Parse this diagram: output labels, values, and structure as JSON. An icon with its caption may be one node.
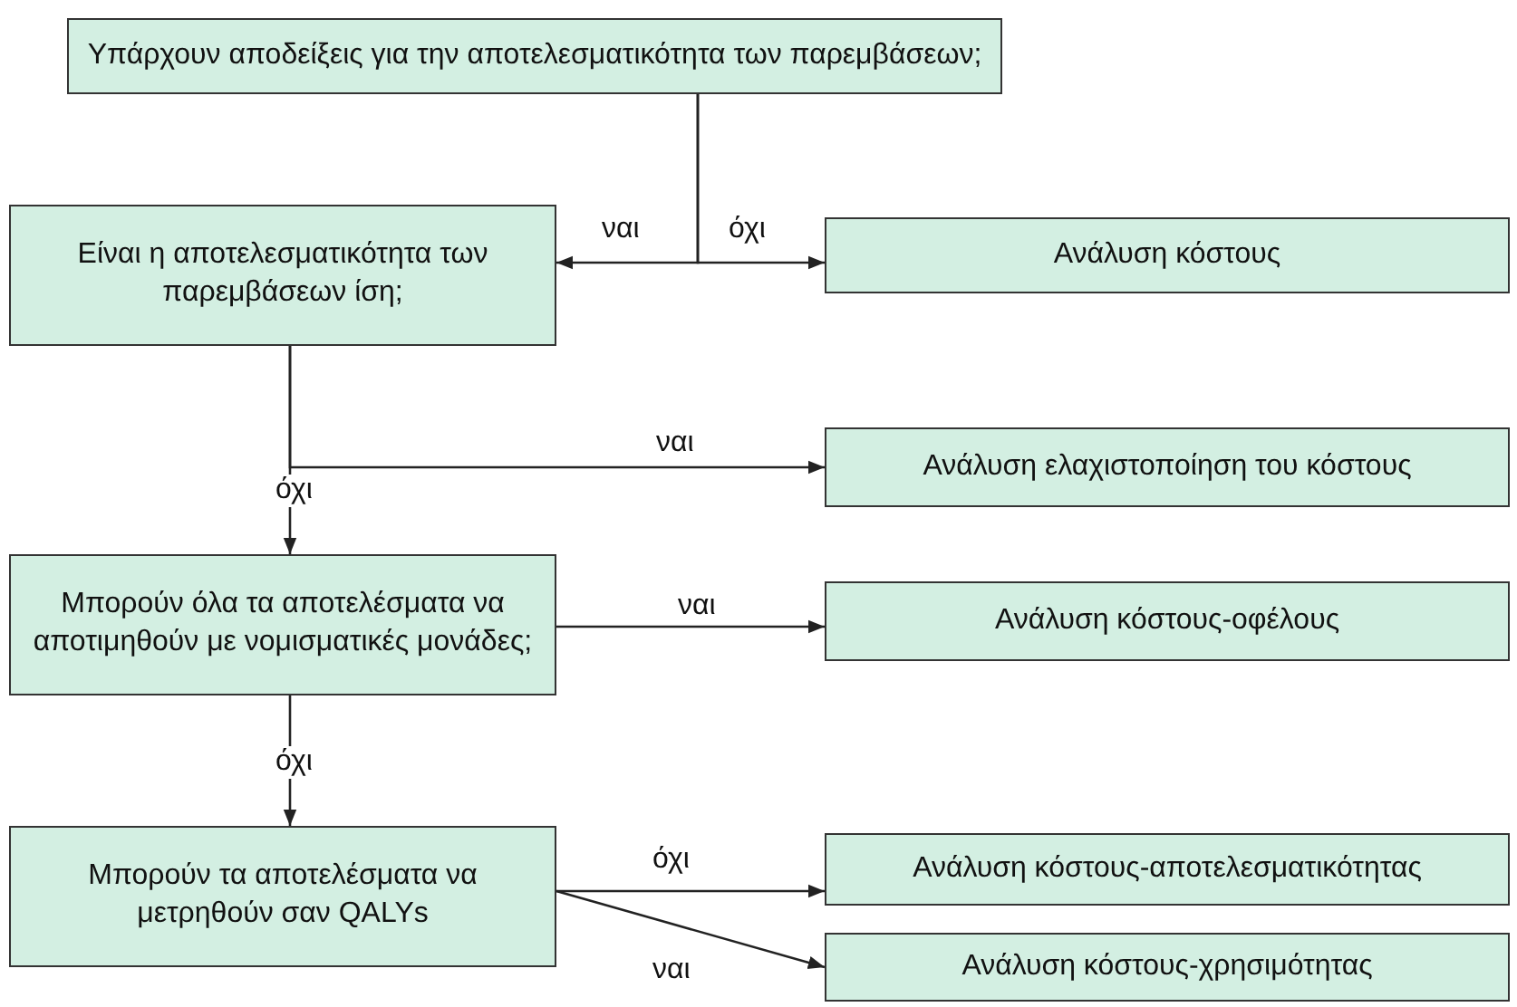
{
  "diagram": {
    "nodes": [
      {
        "text": [
          "Υπάρχουν αποδείξεις για την αποτελεσματικότητα των παρεμβάσεων;"
        ]
      },
      {
        "text": [
          "Είναι η αποτελεσματικότητα των παρεμβάσεων ίση;"
        ]
      },
      {
        "text": [
          "Ανάλυση κόστους"
        ]
      },
      {
        "text": [
          "Ανάλυση ελαχιστοποίηση του κόστους"
        ]
      },
      {
        "text": [
          "Μπορούν όλα τα αποτελέσματα να αποτιμηθούν με νομισματικές μονάδες;"
        ]
      },
      {
        "text": [
          "Ανάλυση κόστους-οφέλους"
        ]
      },
      {
        "text": [
          "Μπορούν τα αποτελέσματα να μετρηθούν σαν QALYs"
        ]
      },
      {
        "text": [
          "Ανάλυση κόστους-αποτελεσματικότητας"
        ]
      },
      {
        "text": [
          "Ανάλυση κόστους-χρησιμότητας"
        ]
      }
    ],
    "edges": [
      {
        "from": 0,
        "to": 1,
        "arrow": "to",
        "label": "ναι"
      },
      {
        "from": 0,
        "to": 2,
        "arrow": "to",
        "label": "όχι"
      },
      {
        "from": 1,
        "to": 3,
        "arrow": "to",
        "label": "ναι"
      },
      {
        "from": 1,
        "to": 4,
        "arrow": "to",
        "label": "όχι"
      },
      {
        "from": 4,
        "to": 5,
        "arrow": "to",
        "label": "ναι"
      },
      {
        "from": 4,
        "to": 6,
        "arrow": "to",
        "label": "όχι"
      },
      {
        "from": 6,
        "to": 7,
        "arrow": "to",
        "label": "όχι"
      },
      {
        "from": 6,
        "to": 8,
        "arrow": "to",
        "label": "ναι"
      }
    ]
  }
}
